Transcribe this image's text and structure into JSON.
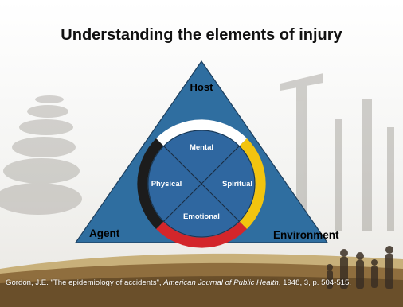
{
  "slide": {
    "title": "Understanding the elements of injury"
  },
  "diagram": {
    "corners": {
      "top": "Host",
      "left": "Agent",
      "right": "Environment"
    },
    "quadrants": {
      "top": "Mental",
      "left": "Physical",
      "right": "Spiritual",
      "bottom": "Emotional"
    },
    "colors": {
      "triangle_fill": "#2f6ea0",
      "circle_fill": "#2f67a0",
      "ring_top": "#ffffff",
      "ring_right": "#f2c40f",
      "ring_bottom": "#d3262b",
      "ring_left": "#1c1c1c",
      "text_light": "#ffffff",
      "text_dark": "#000000"
    }
  },
  "citation": {
    "text_1": "Gordon, J.E. \"The epidemiology of accidents\", ",
    "journal": "American Journal of Public Health",
    "text_2": ", 1948, 3, p. 504-515."
  }
}
